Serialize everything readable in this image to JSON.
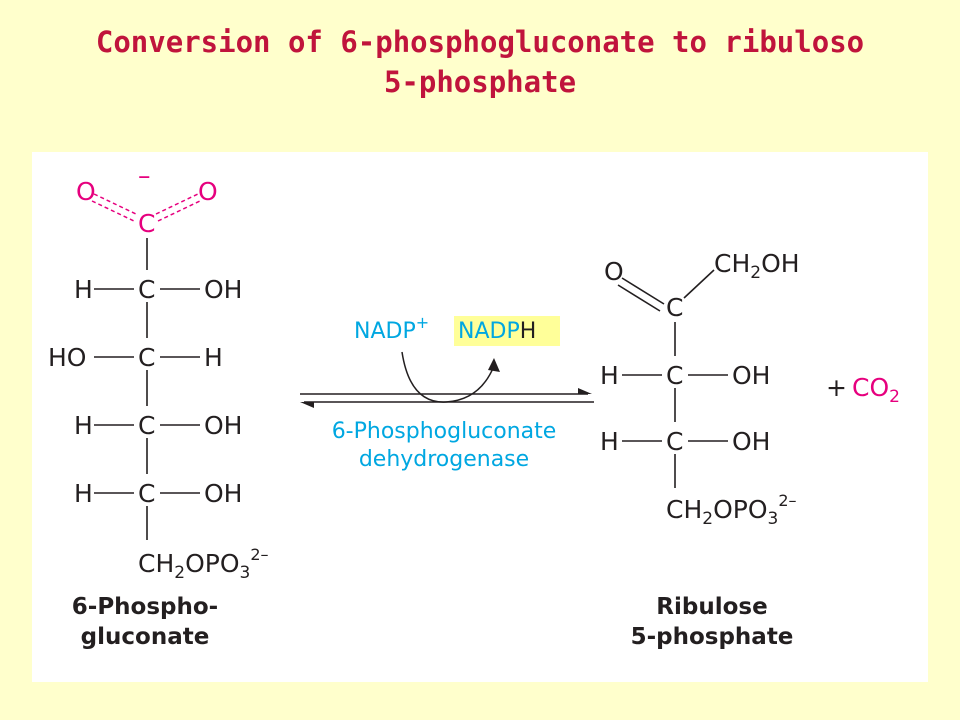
{
  "slide": {
    "title_line1": "Conversion of 6-phosphogluconate to ribuloso",
    "title_line2": "5-phosphate"
  },
  "left_molecule": {
    "charge": "–",
    "carboxyl_o_left": "O",
    "carboxyl_o_right": "O",
    "carboxyl_c": "C",
    "rows": [
      {
        "left": "H",
        "center": "C",
        "right": "OH"
      },
      {
        "left": "HO",
        "center": "C",
        "right": "H"
      },
      {
        "left": "H",
        "center": "C",
        "right": "OH"
      },
      {
        "left": "H",
        "center": "C",
        "right": "OH"
      }
    ],
    "tail_main": "CH",
    "tail_sub": "2",
    "tail_mid": "OPO",
    "tail_sub2": "3",
    "tail_sup": "2–",
    "name_line1": "6-Phospho-",
    "name_line2": "gluconate"
  },
  "reaction": {
    "cofactor_in": "NADP",
    "cofactor_in_sup": "+",
    "cofactor_out_main": "NADP",
    "cofactor_out_h": "H",
    "enzyme_line1": "6-Phosphogluconate",
    "enzyme_line2": "dehydrogenase"
  },
  "right_molecule": {
    "keto_o": "O",
    "keto_c": "C",
    "top_group_main": "CH",
    "top_group_sub": "2",
    "top_group_end": "OH",
    "rows": [
      {
        "left": "H",
        "center": "C",
        "right": "OH"
      },
      {
        "left": "H",
        "center": "C",
        "right": "OH"
      }
    ],
    "tail_main": "CH",
    "tail_sub": "2",
    "tail_mid": "OPO",
    "tail_sub2": "3",
    "tail_sup": "2–",
    "name_line1": "Ribulose",
    "name_line2": "5-phosphate"
  },
  "byproduct": {
    "plus": "+",
    "co": "CO",
    "co_sub": "2"
  },
  "colors": {
    "title": "#c0143c",
    "background": "#ffffcc",
    "magenta": "#e6007e",
    "cyan": "#00a7e1",
    "highlight": "#ffff99",
    "ink": "#231f20"
  }
}
